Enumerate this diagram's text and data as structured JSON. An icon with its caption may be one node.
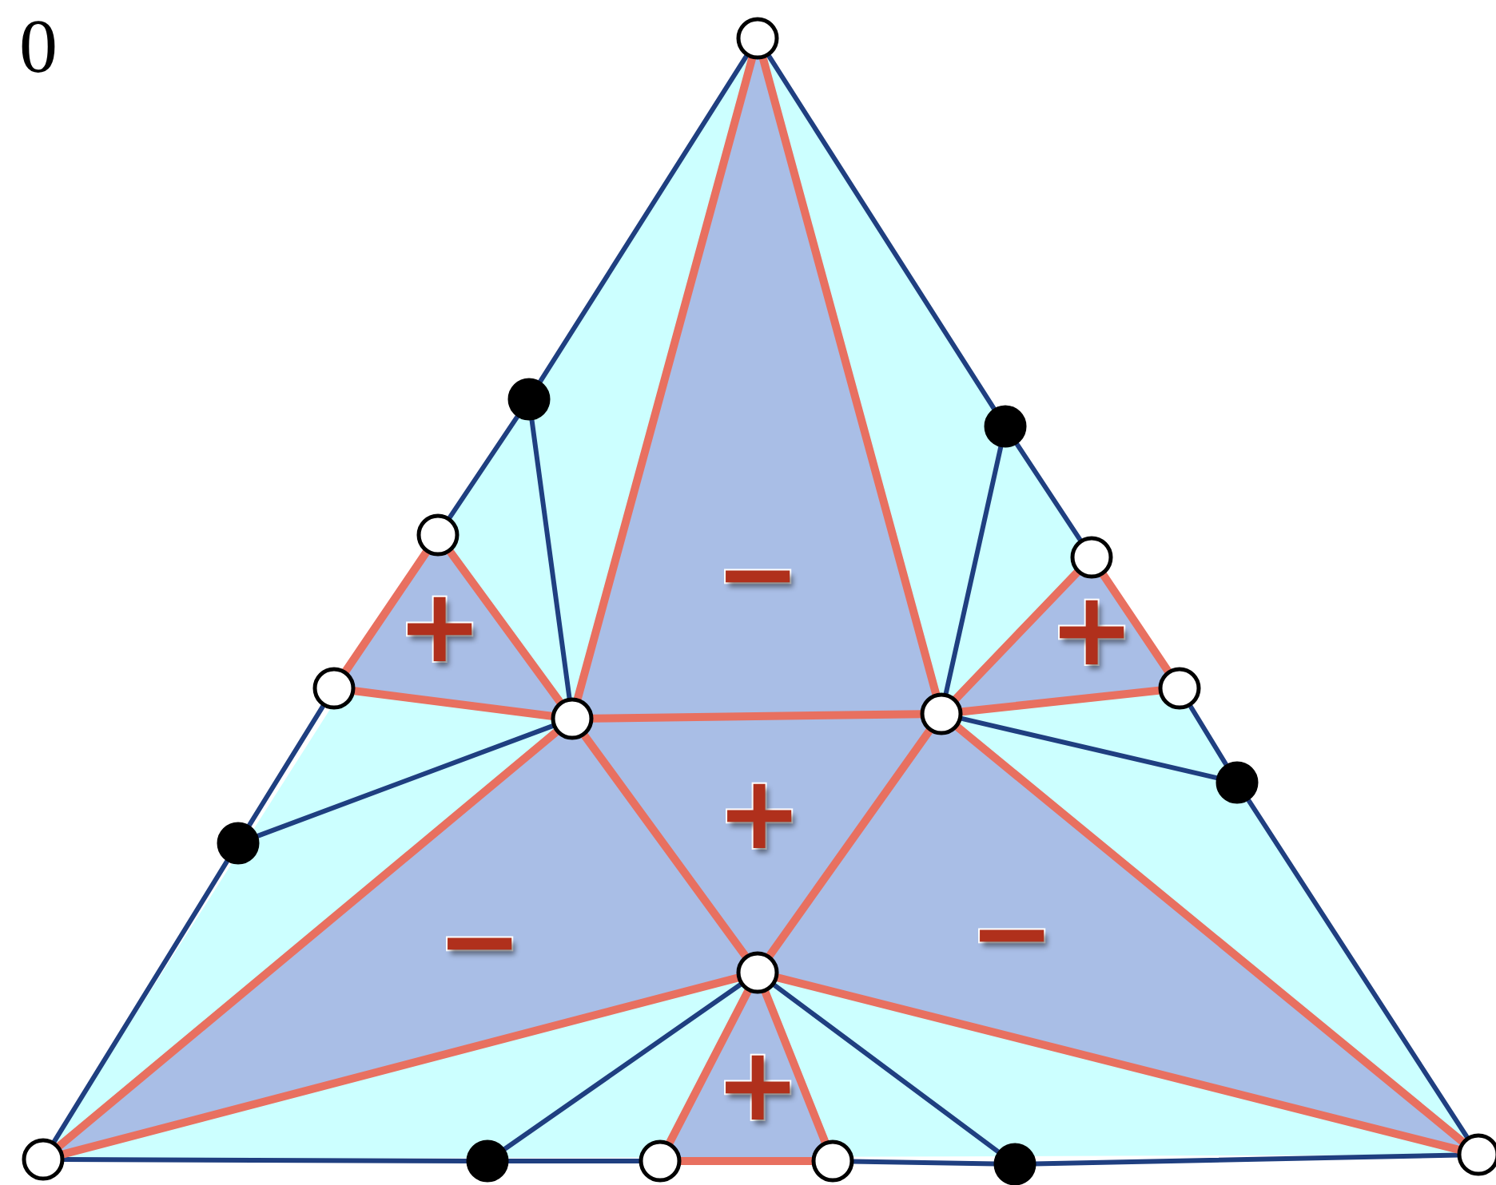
{
  "diagram": {
    "nodes": [
      {
        "text": [],
        "shape": "circle"
      },
      {
        "text": [],
        "shape": "circle"
      },
      {
        "text": [],
        "shape": "circle"
      },
      {
        "text": [],
        "shape": "circle"
      },
      {
        "text": [],
        "shape": "circle"
      },
      {
        "text": [],
        "shape": "circle"
      },
      {
        "text": [],
        "shape": "circle"
      },
      {
        "text": [],
        "shape": "circle"
      },
      {
        "text": [],
        "shape": "circle"
      },
      {
        "text": [],
        "shape": "circle"
      },
      {
        "text": [],
        "shape": "circle"
      },
      {
        "text": [],
        "shape": "circle"
      },
      {
        "text": [],
        "shape": "circle"
      },
      {
        "text": [],
        "shape": "circle"
      },
      {
        "text": [],
        "shape": "circle"
      },
      {
        "text": [],
        "shape": "circle"
      },
      {
        "text": [],
        "shape": "circle"
      },
      {
        "text": [],
        "shape": "circle"
      }
    ],
    "edges": [
      {
        "from": 0,
        "to": 1,
        "arrow": "none",
        "color": "#1f3f80"
      },
      {
        "from": 1,
        "to": 3,
        "arrow": "none",
        "color": "#1f3f80"
      },
      {
        "from": 3,
        "to": 5,
        "arrow": "none",
        "color": "#e87060"
      },
      {
        "from": 5,
        "to": 10,
        "arrow": "none",
        "color": "#1f3f80"
      },
      {
        "from": 10,
        "to": 12,
        "arrow": "none",
        "color": "#1f3f80"
      },
      {
        "from": 0,
        "to": 2,
        "arrow": "none",
        "color": "#1f3f80"
      },
      {
        "from": 2,
        "to": 4,
        "arrow": "none",
        "color": "#1f3f80"
      },
      {
        "from": 4,
        "to": 8,
        "arrow": "none",
        "color": "#e87060"
      },
      {
        "from": 8,
        "to": 9,
        "arrow": "none",
        "color": "#1f3f80"
      },
      {
        "from": 9,
        "to": 17,
        "arrow": "none",
        "color": "#1f3f80"
      },
      {
        "from": 12,
        "to": 13,
        "arrow": "none",
        "color": "#1f3f80"
      },
      {
        "from": 13,
        "to": 14,
        "arrow": "none",
        "color": "#1f3f80"
      },
      {
        "from": 14,
        "to": 15,
        "arrow": "none",
        "color": "#e87060"
      },
      {
        "from": 15,
        "to": 16,
        "arrow": "none",
        "color": "#1f3f80"
      },
      {
        "from": 16,
        "to": 17,
        "arrow": "none",
        "color": "#1f3f80"
      },
      {
        "from": 0,
        "to": 6,
        "arrow": "none",
        "color": "#e87060"
      },
      {
        "from": 0,
        "to": 7,
        "arrow": "none",
        "color": "#e87060"
      },
      {
        "from": 6,
        "to": 7,
        "arrow": "none",
        "color": "#e87060"
      },
      {
        "from": 6,
        "to": 11,
        "arrow": "none",
        "color": "#e87060"
      },
      {
        "from": 7,
        "to": 11,
        "arrow": "none",
        "color": "#e87060"
      },
      {
        "from": 6,
        "to": 12,
        "arrow": "none",
        "color": "#e87060"
      },
      {
        "from": 11,
        "to": 12,
        "arrow": "none",
        "color": "#e87060"
      },
      {
        "from": 11,
        "to": 17,
        "arrow": "none",
        "color": "#e87060"
      },
      {
        "from": 7,
        "to": 17,
        "arrow": "none",
        "color": "#e87060"
      },
      {
        "from": 3,
        "to": 6,
        "arrow": "none",
        "color": "#e87060"
      },
      {
        "from": 5,
        "to": 6,
        "arrow": "none",
        "color": "#e87060"
      },
      {
        "from": 4,
        "to": 7,
        "arrow": "none",
        "color": "#e87060"
      },
      {
        "from": 7,
        "to": 8,
        "arrow": "none",
        "color": "#e87060"
      },
      {
        "from": 11,
        "to": 14,
        "arrow": "none",
        "color": "#e87060"
      },
      {
        "from": 11,
        "to": 15,
        "arrow": "none",
        "color": "#e87060"
      },
      {
        "from": 1,
        "to": 6,
        "arrow": "none",
        "color": "#1f3f80"
      },
      {
        "from": 10,
        "to": 6,
        "arrow": "none",
        "color": "#1f3f80"
      },
      {
        "from": 2,
        "to": 7,
        "arrow": "none",
        "color": "#1f3f80"
      },
      {
        "from": 9,
        "to": 7,
        "arrow": "none",
        "color": "#1f3f80"
      },
      {
        "from": 13,
        "to": 11,
        "arrow": "none",
        "color": "#1f3f80"
      },
      {
        "from": 16,
        "to": 11,
        "arrow": "none",
        "color": "#1f3f80"
      }
    ],
    "labels": [
      "0",
      "−",
      "+",
      "+",
      "+",
      "−",
      "−",
      "+"
    ]
  }
}
